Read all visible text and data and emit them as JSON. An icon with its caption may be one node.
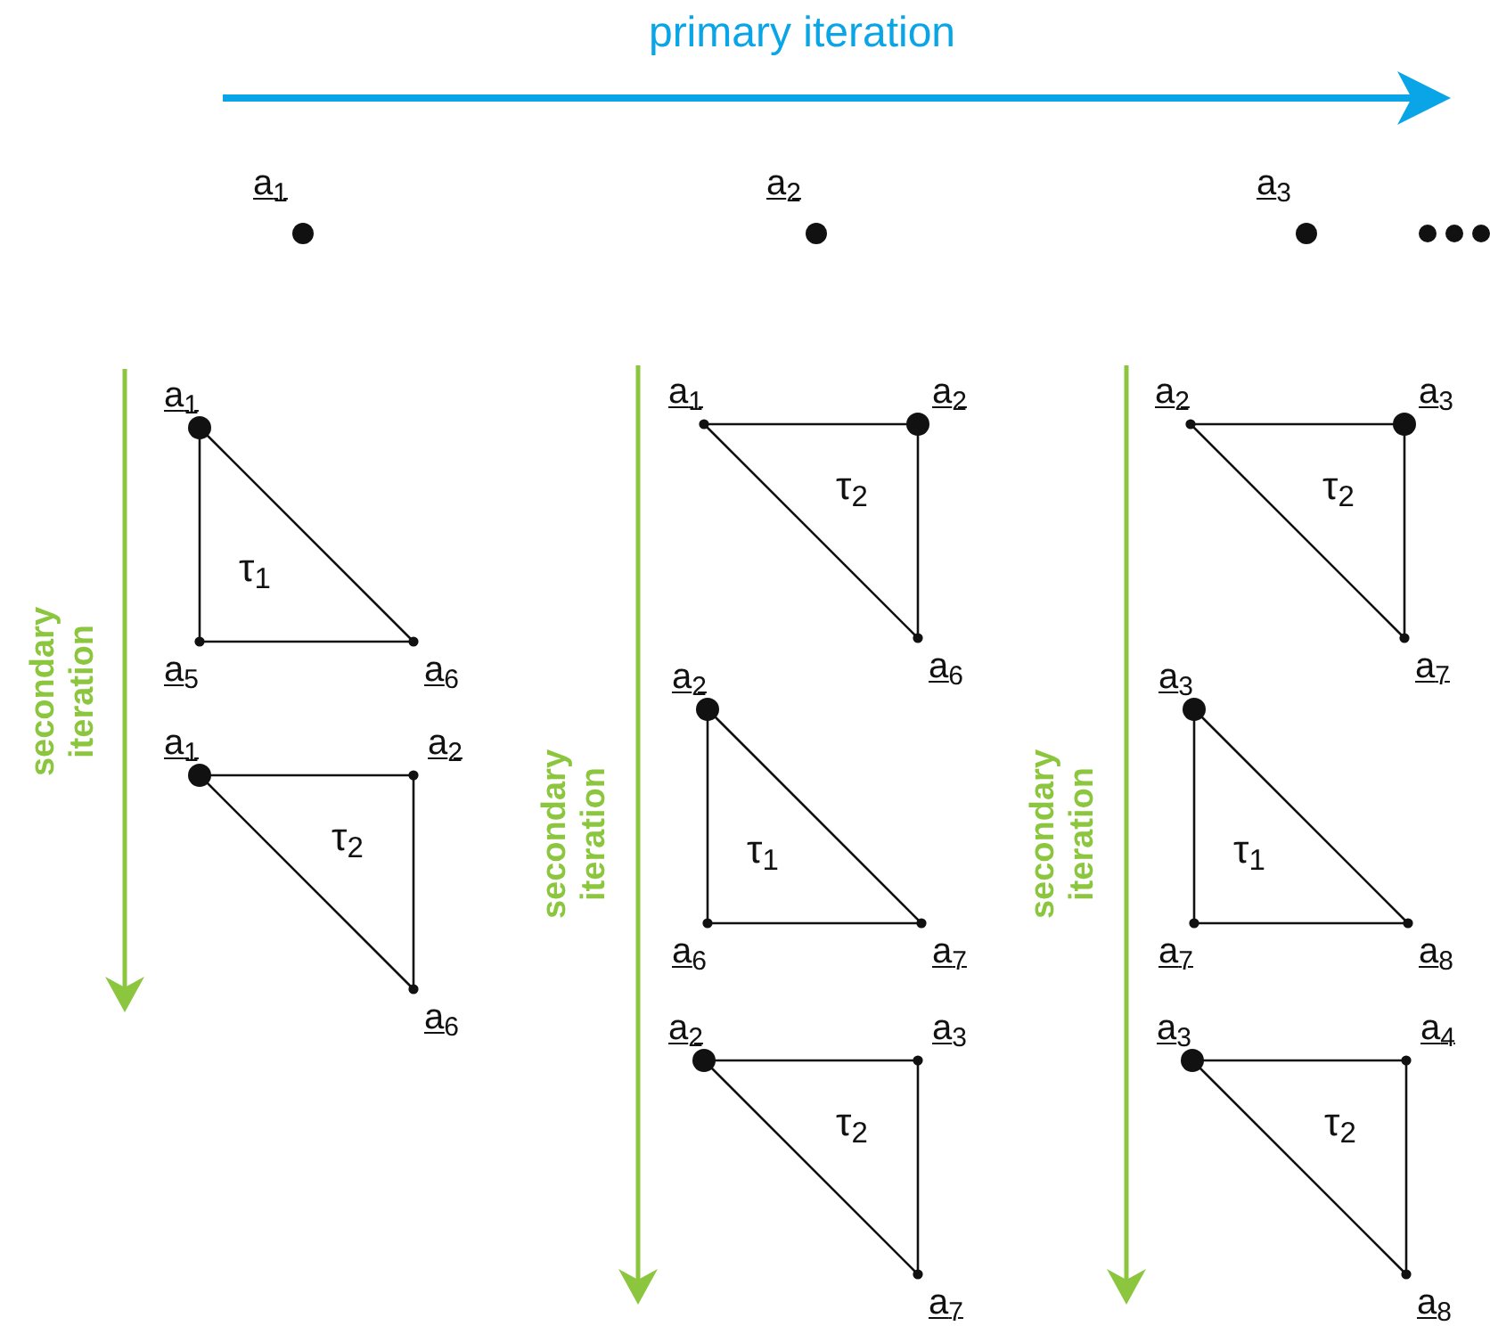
{
  "diagram": {
    "nodes": [
      {
        "text": [],
        "shape": "circle",
        "beside": [
          "a$_{1}$"
        ]
      },
      {
        "text": [],
        "shape": "circle",
        "beside": [
          "a$_{2}$"
        ]
      },
      {
        "text": [],
        "shape": "circle",
        "beside": [
          "a$_{3}$"
        ]
      },
      {
        "text": [
          "τ$_{1}$"
        ],
        "beside": [
          "a$_{1}$",
          "a$_{5}$",
          "a$_{6}$"
        ]
      },
      {
        "text": [
          "τ$_{2}$"
        ],
        "beside": [
          "a$_{1}$",
          "a$_{2}$",
          "a$_{6}$"
        ]
      },
      {
        "text": [
          "τ$_{2}$"
        ],
        "beside": [
          "a$_{1}$",
          "a$_{2}$",
          "a$_{6}$"
        ]
      },
      {
        "text": [
          "τ$_{1}$"
        ],
        "beside": [
          "a$_{2}$",
          "a$_{6}$",
          "a$_{7}$"
        ]
      },
      {
        "text": [
          "τ$_{2}$"
        ],
        "beside": [
          "a$_{2}$",
          "a$_{3}$",
          "a$_{7}$"
        ]
      },
      {
        "text": [
          "τ$_{2}$"
        ],
        "beside": [
          "a$_{2}$",
          "a$_{3}$",
          "a$_{7}$"
        ]
      },
      {
        "text": [
          "τ$_{1}$"
        ],
        "beside": [
          "a$_{3}$",
          "a$_{7}$",
          "a$_{8}$"
        ]
      },
      {
        "text": [
          "τ$_{2}$"
        ],
        "beside": [
          "a$_{3}$",
          "a$_{4}$",
          "a$_{8}$"
        ]
      }
    ],
    "labels": [
      "primary iteration",
      "secondary iteration",
      "secondary iteration",
      "secondary iteration"
    ]
  }
}
